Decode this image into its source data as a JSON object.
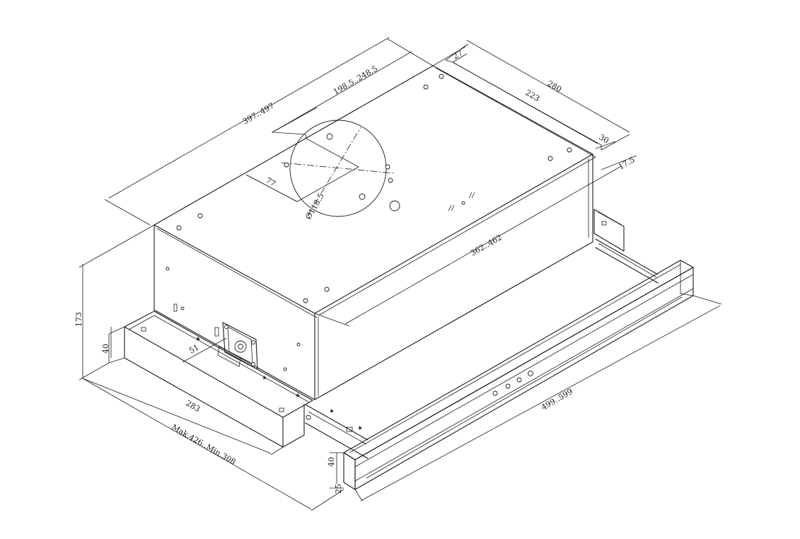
{
  "dimensions": {
    "overall_length": "397..497",
    "cutout_length": "198.5..248.5",
    "top_depth_offset": "27",
    "overall_depth": "280",
    "inner_depth": "223",
    "rear_offset": "30",
    "rear_height": "17.5",
    "cutout_side": "77",
    "duct_diameter": "Ø118.5",
    "body_length": "362..462",
    "height": "173",
    "front_panel_height": "40",
    "side_offset": "51",
    "panel_width": "283",
    "extension": "Mak.426..Min.308",
    "front_width": "499..599",
    "visor_height": "40",
    "visor_depth": "25"
  }
}
